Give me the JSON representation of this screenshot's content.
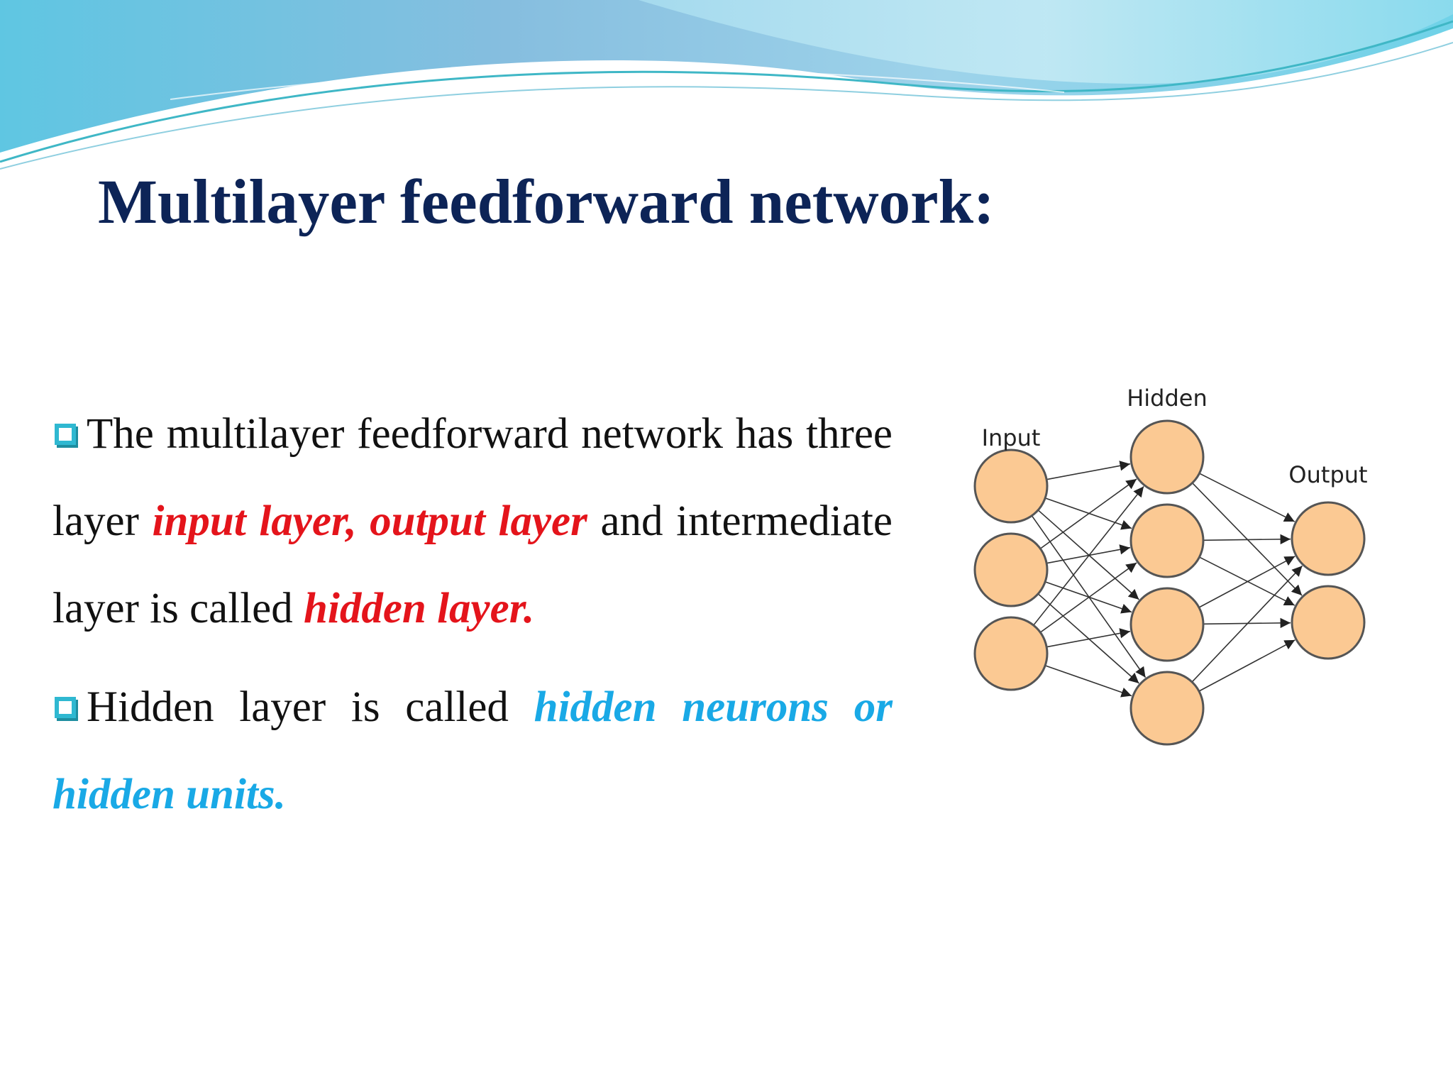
{
  "slide": {
    "title": "Multilayer feedforward network:",
    "paragraphs": [
      {
        "text_1": "The multilayer feedforward network has three layer ",
        "highlight_1": "input layer, output layer",
        "text_2": " and intermediate layer is called ",
        "highlight_2": "hidden layer."
      },
      {
        "text_1": "Hidden layer is called ",
        "highlight_1": "hidden neurons or hidden units."
      }
    ],
    "bullet_icon": "hollow-square-bullet-icon"
  },
  "diagram": {
    "labels": {
      "input": "Input",
      "hidden": "Hidden",
      "output": "Output"
    },
    "layers": {
      "input": 3,
      "hidden": 4,
      "output": 2
    },
    "node_color": "#fbc993",
    "node_stroke": "#555555"
  },
  "colors": {
    "title": "#0d2457",
    "highlight_red": "#e4141b",
    "highlight_blue": "#19a9e6",
    "bullet": "#2fb8d1"
  }
}
